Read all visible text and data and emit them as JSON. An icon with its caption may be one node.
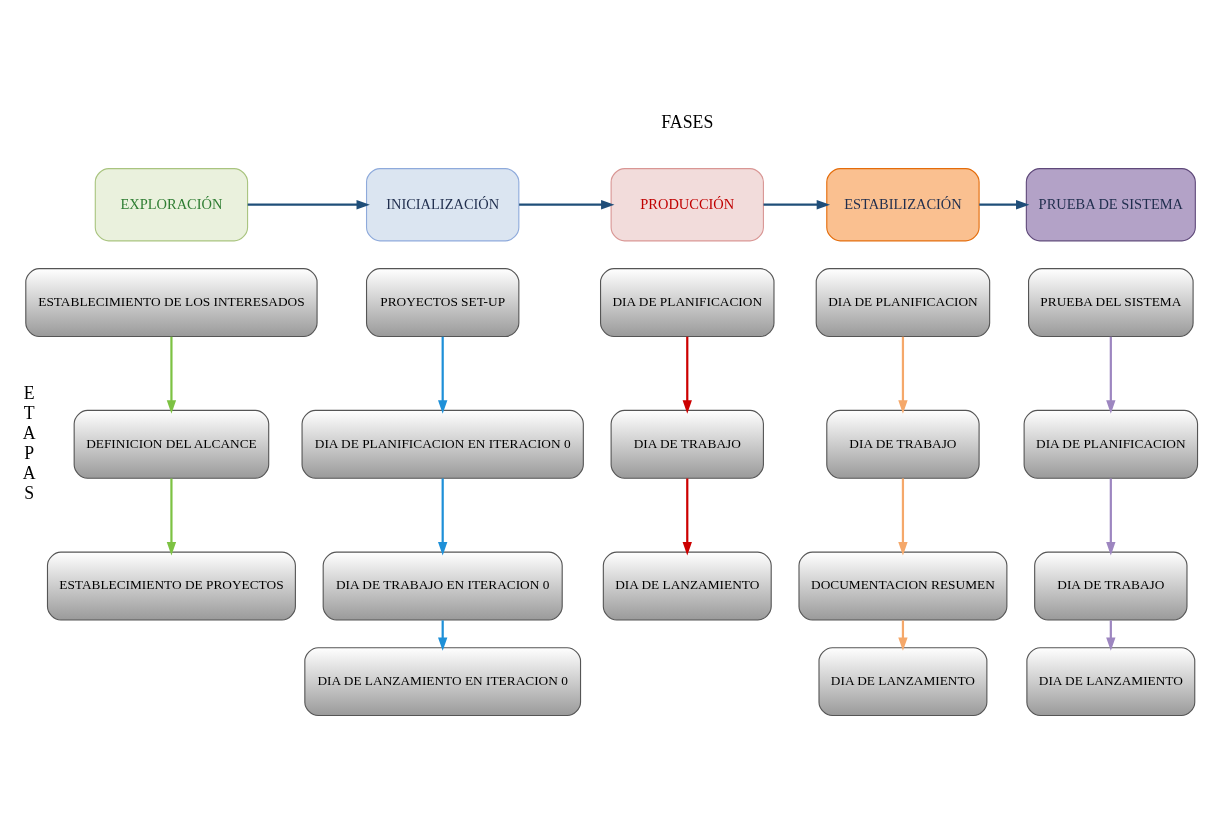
{
  "diagram": {
    "nodes": [
      {
        "text": [
          "EXPLORACIÓN"
        ]
      },
      {
        "text": [
          "INICIALIZACIÓN"
        ]
      },
      {
        "text": [
          "PRODUCCIÓN"
        ]
      },
      {
        "text": [
          "ESTABILIZACIÓN"
        ]
      },
      {
        "text": [
          "PRUEBA DE SISTEMA"
        ]
      },
      {
        "text": [
          "ESTABLECIMIENTO DE LOS INTERESADOS"
        ]
      },
      {
        "text": [
          "DEFINICION DEL ALCANCE"
        ]
      },
      {
        "text": [
          "ESTABLECIMIENTO DE PROYECTOS"
        ]
      },
      {
        "text": [
          "PROYECTOS SET-UP"
        ]
      },
      {
        "text": [
          "DIA DE PLANIFICACION EN ITERACION 0"
        ]
      },
      {
        "text": [
          "DIA DE TRABAJO EN ITERACION 0"
        ]
      },
      {
        "text": [
          "DIA DE LANZAMIENTO EN ITERACION 0"
        ]
      },
      {
        "text": [
          "DIA DE PLANIFICACION"
        ]
      },
      {
        "text": [
          "DIA DE TRABAJO"
        ]
      },
      {
        "text": [
          "DIA DE LANZAMIENTO"
        ]
      },
      {
        "text": [
          "DIA DE PLANIFICACION"
        ]
      },
      {
        "text": [
          "DIA DE TRABAJO"
        ]
      },
      {
        "text": [
          "DOCUMENTACION RESUMEN"
        ]
      },
      {
        "text": [
          "DIA DE LANZAMIENTO"
        ]
      },
      {
        "text": [
          "PRUEBA DEL SISTEMA"
        ]
      },
      {
        "text": [
          "DIA DE PLANIFICACION"
        ]
      },
      {
        "text": [
          "DIA DE TRABAJO"
        ]
      },
      {
        "text": [
          "DIA DE LANZAMIENTO"
        ]
      }
    ],
    "edges": [
      {
        "from": 0,
        "to": 1,
        "arrow": "to"
      },
      {
        "from": 1,
        "to": 2,
        "arrow": "to"
      },
      {
        "from": 2,
        "to": 3,
        "arrow": "to"
      },
      {
        "from": 3,
        "to": 4,
        "arrow": "to"
      },
      {
        "from": 5,
        "to": 6,
        "arrow": "to",
        "color": "#7dc243"
      },
      {
        "from": 6,
        "to": 7,
        "arrow": "to",
        "color": "#7dc243"
      },
      {
        "from": 8,
        "to": 9,
        "arrow": "to",
        "color": "#1e90d8"
      },
      {
        "from": 9,
        "to": 10,
        "arrow": "to",
        "color": "#1e90d8"
      },
      {
        "from": 10,
        "to": 11,
        "arrow": "to",
        "color": "#1e90d8"
      },
      {
        "from": 12,
        "to": 13,
        "arrow": "to",
        "color": "#cc0000"
      },
      {
        "from": 13,
        "to": 14,
        "arrow": "to",
        "color": "#cc0000"
      },
      {
        "from": 15,
        "to": 16,
        "arrow": "to",
        "color": "#f5a86a"
      },
      {
        "from": 16,
        "to": 17,
        "arrow": "to",
        "color": "#f5a86a"
      },
      {
        "from": 17,
        "to": 18,
        "arrow": "to",
        "color": "#f5a86a"
      },
      {
        "from": 19,
        "to": 20,
        "arrow": "to",
        "color": "#9d86c0"
      },
      {
        "from": 20,
        "to": 21,
        "arrow": "to",
        "color": "#9d86c0"
      },
      {
        "from": 21,
        "to": 22,
        "arrow": "to",
        "color": "#9d86c0"
      }
    ],
    "labels": [
      "FASES",
      "ETAPAS"
    ]
  }
}
